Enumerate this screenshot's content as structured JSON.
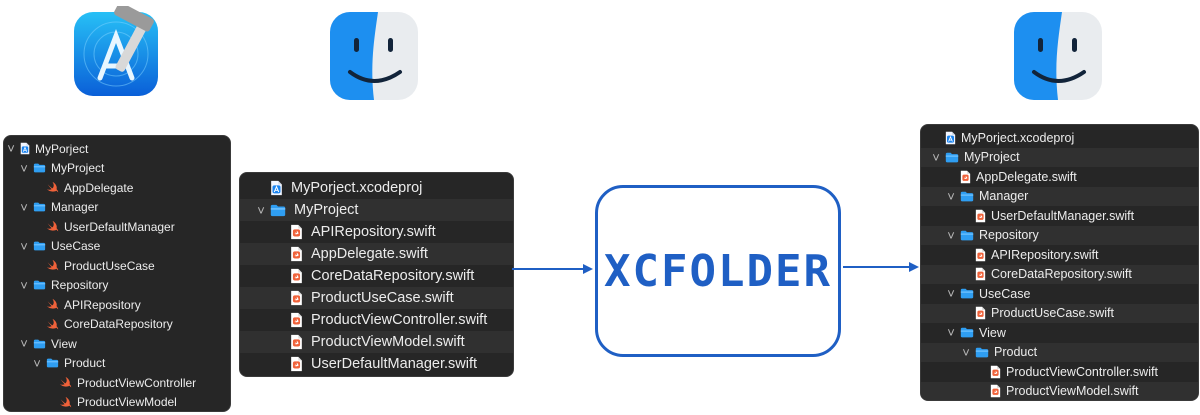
{
  "xcfolder": {
    "label": "XCFOLDER"
  },
  "colors": {
    "accent": "#1f5fc4",
    "panel_bg": "#262626",
    "stripe_bg": "#303030",
    "folder_blue": "#2f9ef2",
    "swift_orange": "#f0623a"
  },
  "xcode_navigator": {
    "rows": [
      {
        "label": "MyPorject",
        "icon": "xcodeproj-icon",
        "depth": 0,
        "chevron": true
      },
      {
        "label": "MyProject",
        "icon": "folder-icon",
        "depth": 1,
        "chevron": true
      },
      {
        "label": "AppDelegate",
        "icon": "swift-icon",
        "depth": 2,
        "chevron": false
      },
      {
        "label": "Manager",
        "icon": "folder-icon",
        "depth": 1,
        "chevron": true
      },
      {
        "label": "UserDefaultManager",
        "icon": "swift-icon",
        "depth": 2,
        "chevron": false
      },
      {
        "label": "UseCase",
        "icon": "folder-icon",
        "depth": 1,
        "chevron": true
      },
      {
        "label": "ProductUseCase",
        "icon": "swift-icon",
        "depth": 2,
        "chevron": false
      },
      {
        "label": "Repository",
        "icon": "folder-icon",
        "depth": 1,
        "chevron": true
      },
      {
        "label": "APIRepository",
        "icon": "swift-icon",
        "depth": 2,
        "chevron": false
      },
      {
        "label": "CoreDataRepository",
        "icon": "swift-icon",
        "depth": 2,
        "chevron": false
      },
      {
        "label": "View",
        "icon": "folder-icon",
        "depth": 1,
        "chevron": true
      },
      {
        "label": "Product",
        "icon": "folder-icon",
        "depth": 2,
        "chevron": true
      },
      {
        "label": "ProductViewController",
        "icon": "swift-icon",
        "depth": 3,
        "chevron": false
      },
      {
        "label": "ProductViewModel",
        "icon": "swift-icon",
        "depth": 3,
        "chevron": false
      }
    ]
  },
  "finder_before": {
    "rows": [
      {
        "label": "MyPorject.xcodeproj",
        "icon": "xcodeproj-icon",
        "depth": 0,
        "chevron": false
      },
      {
        "label": "MyProject",
        "icon": "folder-icon",
        "depth": 0,
        "chevron": true
      },
      {
        "label": "APIRepository.swift",
        "icon": "swift-file-icon",
        "depth": 1,
        "chevron": false
      },
      {
        "label": "AppDelegate.swift",
        "icon": "swift-file-icon",
        "depth": 1,
        "chevron": false
      },
      {
        "label": "CoreDataRepository.swift",
        "icon": "swift-file-icon",
        "depth": 1,
        "chevron": false
      },
      {
        "label": "ProductUseCase.swift",
        "icon": "swift-file-icon",
        "depth": 1,
        "chevron": false
      },
      {
        "label": "ProductViewController.swift",
        "icon": "swift-file-icon",
        "depth": 1,
        "chevron": false
      },
      {
        "label": "ProductViewModel.swift",
        "icon": "swift-file-icon",
        "depth": 1,
        "chevron": false
      },
      {
        "label": "UserDefaultManager.swift",
        "icon": "swift-file-icon",
        "depth": 1,
        "chevron": false
      }
    ]
  },
  "finder_after": {
    "rows": [
      {
        "label": "MyPorject.xcodeproj",
        "icon": "xcodeproj-icon",
        "depth": 0,
        "chevron": false
      },
      {
        "label": "MyProject",
        "icon": "folder-icon",
        "depth": 0,
        "chevron": true
      },
      {
        "label": "AppDelegate.swift",
        "icon": "swift-file-icon",
        "depth": 1,
        "chevron": false
      },
      {
        "label": "Manager",
        "icon": "folder-icon",
        "depth": 1,
        "chevron": true
      },
      {
        "label": "UserDefaultManager.swift",
        "icon": "swift-file-icon",
        "depth": 2,
        "chevron": false
      },
      {
        "label": "Repository",
        "icon": "folder-icon",
        "depth": 1,
        "chevron": true
      },
      {
        "label": "APIRepository.swift",
        "icon": "swift-file-icon",
        "depth": 2,
        "chevron": false
      },
      {
        "label": "CoreDataRepository.swift",
        "icon": "swift-file-icon",
        "depth": 2,
        "chevron": false
      },
      {
        "label": "UseCase",
        "icon": "folder-icon",
        "depth": 1,
        "chevron": true
      },
      {
        "label": "ProductUseCase.swift",
        "icon": "swift-file-icon",
        "depth": 2,
        "chevron": false
      },
      {
        "label": "View",
        "icon": "folder-icon",
        "depth": 1,
        "chevron": true
      },
      {
        "label": "Product",
        "icon": "folder-icon",
        "depth": 2,
        "chevron": true
      },
      {
        "label": "ProductViewController.swift",
        "icon": "swift-file-icon",
        "depth": 3,
        "chevron": false
      },
      {
        "label": "ProductViewModel.swift",
        "icon": "swift-file-icon",
        "depth": 3,
        "chevron": false
      }
    ]
  },
  "icons": [
    "xcode-app-icon",
    "finder-app-icon",
    "finder-app-icon"
  ]
}
